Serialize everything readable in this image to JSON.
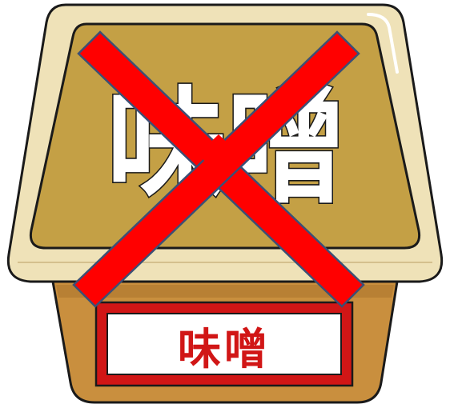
{
  "illustration": {
    "lid_text": "味噌",
    "label_text": "味噌",
    "prohibition_mark": "red-x-cross"
  },
  "colors": {
    "outline": "#1a1a1a",
    "lid_rim": "#efe2b8",
    "lid_top": "#c4a045",
    "tub_body": "#c98f3e",
    "label_border": "#d11616",
    "label_fill": "#ffffff",
    "label_text": "#d11616",
    "lid_text_fill": "#ffffff",
    "cross": "#ff0000",
    "cross_outline": "#3c4f75"
  }
}
